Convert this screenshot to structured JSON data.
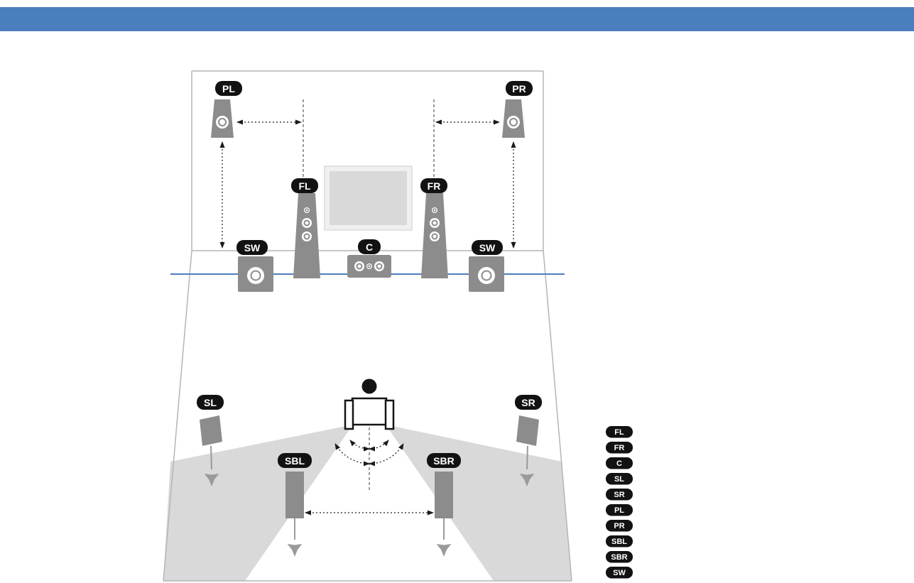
{
  "diagram": {
    "speakers": {
      "pl": "PL",
      "pr": "PR",
      "fl": "FL",
      "fr": "FR",
      "c": "C",
      "sw_left": "SW",
      "sw_right": "SW",
      "sl": "SL",
      "sr": "SR",
      "sbl": "SBL",
      "sbr": "SBR"
    },
    "legend": {
      "items": [
        "FL",
        "FR",
        "C",
        "SL",
        "SR",
        "PL",
        "PR",
        "SBL",
        "SBR",
        "SW"
      ]
    }
  },
  "colors": {
    "header_bar": "#4a7ebd",
    "placement_line": "#4a7ebd",
    "badge": "#121212",
    "speaker": "#8c8c8c",
    "room_outline": "#b5b5b5",
    "beam": "#d9d9d9"
  }
}
